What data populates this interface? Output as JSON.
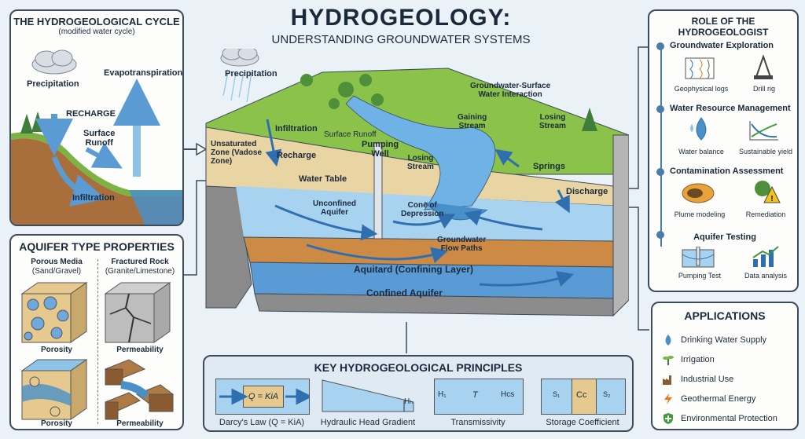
{
  "title": "HYDROGEOLOGY:",
  "subtitle": "UNDERSTANDING GROUNDWATER SYSTEMS",
  "cycle": {
    "title": "THE HYDROGEOLOGICAL CYCLE",
    "subtitle": "(modified water cycle)",
    "precipitation": "Precipitation",
    "recharge": "RECHARGE",
    "evapotranspiration": "Evapotranspiration",
    "surface_runoff": "Surface\nRunoff",
    "infiltration": "Infiltration"
  },
  "aquifer_types": {
    "title": "AQUIFER TYPE PROPERTIES",
    "porous_title": "Porous Media",
    "porous_sub": "(Sand/Gravel)",
    "fractured_title": "Fractured Rock",
    "fractured_sub": "(Granite/Limestone)",
    "porosity_1": "Porosity",
    "permeability_1": "Permeability",
    "porosity_2": "Porosity",
    "permeability_2": "Permeability"
  },
  "diagram": {
    "precipitation": "Precipitation",
    "infiltration": "Infiltration",
    "surface_runoff": "Surface Runoff",
    "unsaturated_zone": "Unsaturated\nZone (Vadose\nZone)",
    "recharge": "Recharge",
    "pumping_well": "Pumping\nWell",
    "water_table": "Water Table",
    "unconfined_aquifer": "Unconfined\nAquifer",
    "cone_of_depression": "Cone of\nDepression",
    "losing_stream_center": "Losing\nStream",
    "gw_sw_interaction": "Groundwater-Surface\nWater Interaction",
    "gaining_stream": "Gaining\nStream",
    "losing_stream_right": "Losing\nStream",
    "springs": "Springs",
    "discharge": "Discharge",
    "gw_flow_paths": "Groundwater\nFlow Paths",
    "aquitard": "Aquitard (Confining Layer)",
    "confined_aquifer": "Confined Aquifer"
  },
  "role": {
    "title": "ROLE OF THE HYDROGEOLOGIST",
    "sections": [
      {
        "title": "Groundwater Exploration",
        "items": [
          "Geophysical logs",
          "Drill rig"
        ]
      },
      {
        "title": "Water Resource Management",
        "items": [
          "Water balance",
          "Sustainable yield"
        ]
      },
      {
        "title": "Contamination Assessment",
        "items": [
          "Plume modeling",
          "Remediation"
        ]
      },
      {
        "title": "Aquifer Testing",
        "items": [
          "Pumping Test",
          "Data analysis"
        ]
      }
    ]
  },
  "applications": {
    "title": "APPLICATIONS",
    "items": [
      {
        "label": "Drinking Water Supply",
        "icon": "water-drop-icon"
      },
      {
        "label": "Irrigation",
        "icon": "sprout-icon"
      },
      {
        "label": "Industrial Use",
        "icon": "factory-icon"
      },
      {
        "label": "Geothermal Energy",
        "icon": "lightning-icon"
      },
      {
        "label": "Environmental Protection",
        "icon": "shield-icon"
      }
    ]
  },
  "principles": {
    "title": "KEY HYDROGEOLOGICAL PRINCIPLES",
    "darcy_eq": "Q = KiA",
    "darcy_label": "Darcy's Law (Q = KiA)",
    "head_symbol": "Hₕ",
    "head_label": "Hydraulic Head Gradient",
    "trans_h1": "H₁",
    "trans_t": "T",
    "trans_hcs": "Hᴄs",
    "trans_label": "Transmissivity",
    "storage_s1": "S₁",
    "storage_cc": "Cᴄ",
    "storage_s2": "S₂",
    "storage_label": "Storage Coefficient"
  },
  "colors": {
    "panel_border": "#3d4b5a",
    "water": "#4a90c8",
    "grass": "#7cb342",
    "soil": "#c98b45",
    "rock": "#7d7d7d"
  }
}
